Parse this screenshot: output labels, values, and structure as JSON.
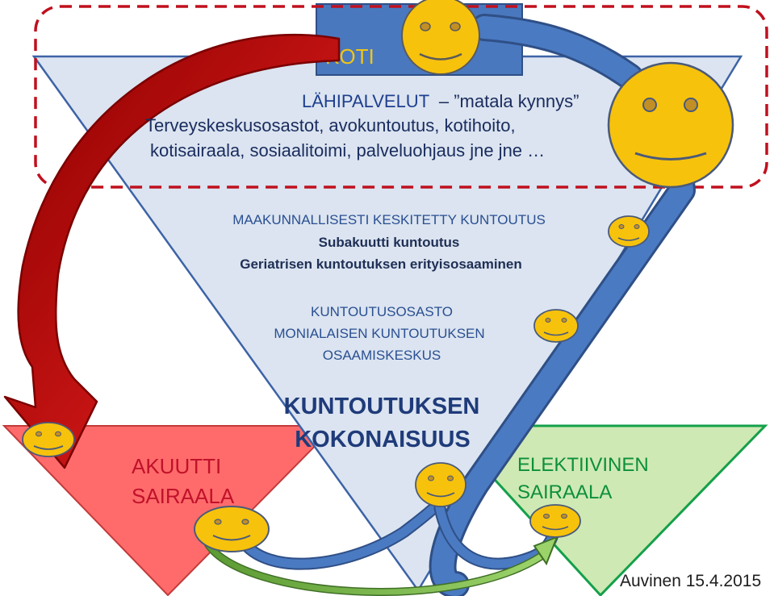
{
  "koti": {
    "label": "KOTI"
  },
  "lahipalvelut": {
    "title_part1": "LÄHIPALVELUT",
    "title_part2": "– ”matala kynnys”",
    "line1": "Terveyskeskusosastot, avokuntoutus, kotihoito,",
    "line2": "kotisairaala, sosiaalitoimi, palveluohjaus  jne jne …"
  },
  "regional": {
    "line1": "MAAKUNNALLISESTI KESKITETTY KUNTOUTUS",
    "line2": "Subakuutti kuntoutus",
    "line3": "Geriatrisen kuntoutuksen erityisosaaminen"
  },
  "ward": {
    "line1": "KUNTOUTUSOSASTO",
    "line2": "MONIALAISEN KUNTOUTUKSEN",
    "line3": "OSAAMISKESKUS"
  },
  "whole": {
    "line1": "KUNTOUTUKSEN",
    "line2": "KOKONAISUUS"
  },
  "acute": {
    "line1": "AKUUTTI",
    "line2": "SAIRAALA"
  },
  "elective": {
    "line1": "ELEKTIIVINEN",
    "line2": "SAIRAALA"
  },
  "credit": "Auvinen 15.4.2015",
  "colors": {
    "main_triangle": "#dbe4f0",
    "triangle_border": "#3d63a6",
    "acute_fill": "#ff6b6b",
    "elective_fill": "#cfe9b4",
    "elective_border": "#14a04a",
    "home_box": "#4a78be",
    "smiley": "#f7c20c",
    "dashed_border": "#c0101e",
    "red_arrow": "#c00000",
    "blue_path": "#4a7ac2"
  }
}
